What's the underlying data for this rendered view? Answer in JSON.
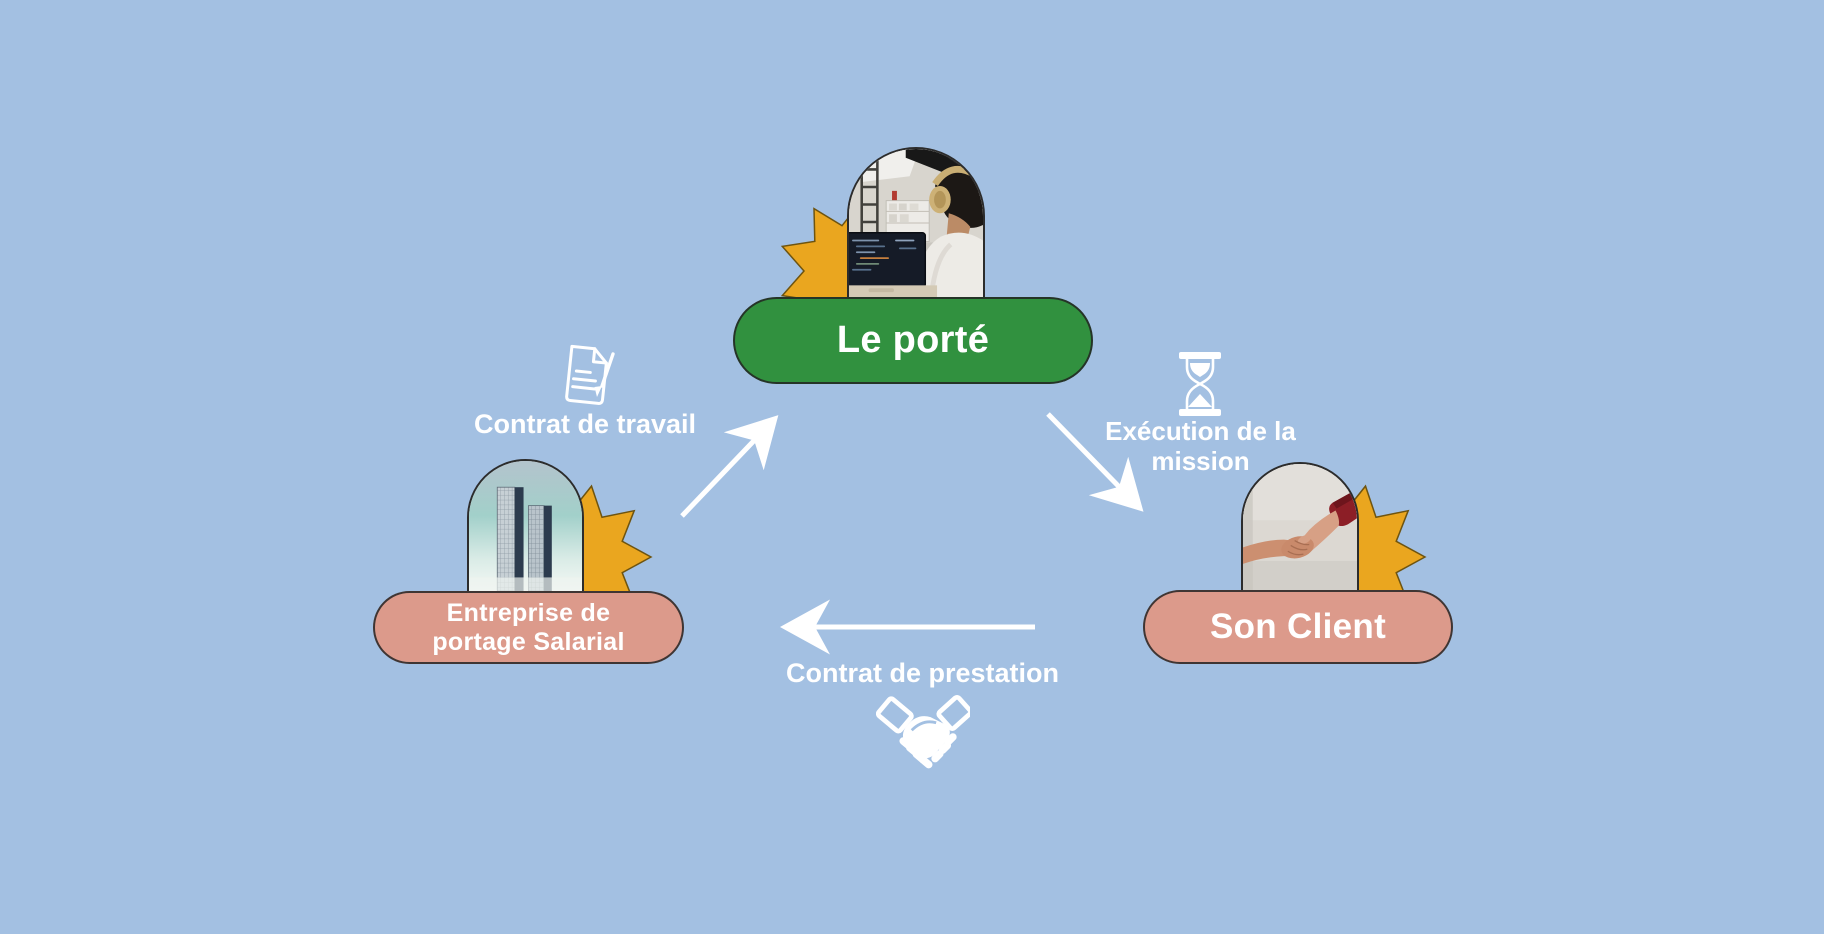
{
  "colors": {
    "bg": "#a3c0e2",
    "pill-green": "#31913f",
    "pill-pink": "#dc9a8b",
    "star": "#eaa61f",
    "arrow": "#ffffff",
    "label": "#ffffff",
    "outline": "#2c2c2c"
  },
  "nodes": {
    "porte": {
      "label": "Le porté"
    },
    "entreprise": {
      "label": "Entreprise de portage Salarial",
      "line1": "Entreprise de",
      "line2": "portage Salarial"
    },
    "client": {
      "label": "Son Client"
    }
  },
  "edges": {
    "contrat_travail": {
      "label": "Contrat de travail",
      "icon": "document-pen-icon"
    },
    "execution_mission": {
      "label": "Exécution de la mission",
      "line1": "Exécution de la",
      "line2": "mission",
      "icon": "hourglass-icon"
    },
    "contrat_prestation": {
      "label": "Contrat de prestation",
      "icon": "handshake-icon"
    }
  }
}
